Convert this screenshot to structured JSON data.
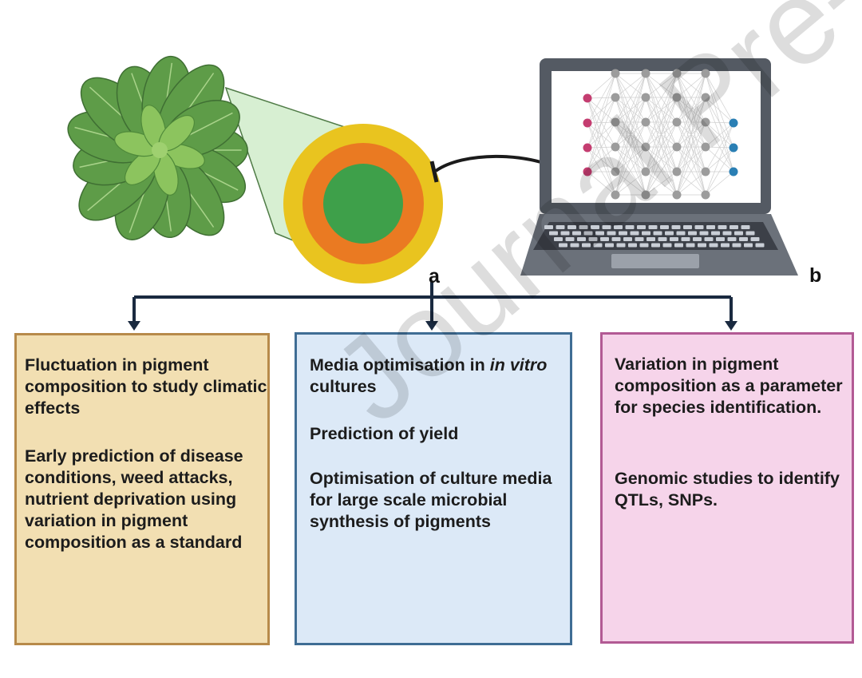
{
  "labels": {
    "a": "a",
    "b": "b"
  },
  "watermark": "Journal Pre-proof",
  "boxes": {
    "left": {
      "items": [
        "Fluctuation in pigment composition to study climatic effects",
        "Early prediction of disease conditions, weed attacks, nutrient deprivation using variation in pigment composition as a standard"
      ]
    },
    "middle": {
      "items": [
        {
          "before": "Media optimisation in ",
          "italic": "in vitro",
          "after": " cultures"
        },
        "Prediction of yield",
        "Optimisation of  culture media for large scale microbial synthesis of pigments"
      ]
    },
    "right": {
      "items": [
        "Variation in pigment composition as a parameter for species identification.",
        "Genomic  studies to identify QTLs, SNPs."
      ]
    }
  },
  "colors": {
    "box_left_fill": "#f2dfb2",
    "box_left_border": "#b78a4a",
    "box_mid_fill": "#dce9f7",
    "box_mid_border": "#3f6d94",
    "box_right_fill": "#f6d4ea",
    "box_right_border": "#b25a94",
    "connector": "#1a2a40",
    "ring_outer": "#e9c41f",
    "ring_middle": "#ea7a22",
    "ring_inner": "#3ea04a",
    "leaf": "#5e9c48",
    "leaf_light": "#8cc45e",
    "laptop_body": "#545a63",
    "node_input": "#c43d70",
    "node_hidden": "#9c9c9c",
    "node_output": "#2a7fb4"
  },
  "icons": [
    "plant-icon",
    "pigment-ring-icon",
    "laptop-icon",
    "neural-network-icon"
  ]
}
